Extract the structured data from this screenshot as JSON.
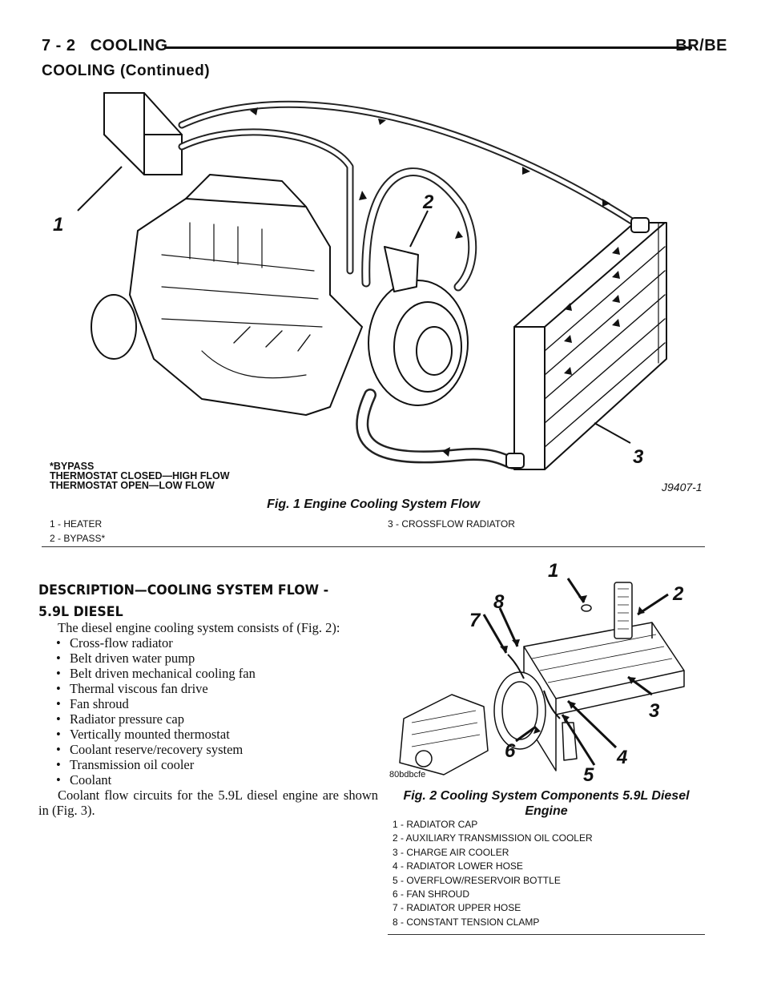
{
  "header": {
    "page_number": "7 - 2",
    "section": "COOLING",
    "model": "BR/BE",
    "continued": "COOLING (Continued)"
  },
  "figure1": {
    "callouts": [
      "1",
      "2",
      "3"
    ],
    "note_lines": [
      "*BYPASS",
      "THERMOSTAT CLOSED—HIGH FLOW",
      "THERMOSTAT OPEN—LOW FLOW"
    ],
    "code": "J9407-1",
    "caption": "Fig. 1 Engine Cooling System Flow",
    "legend_left": [
      "1 - HEATER",
      "2 - BYPASS*"
    ],
    "legend_right": [
      "3 - CROSSFLOW RADIATOR"
    ]
  },
  "section": {
    "title": "DESCRIPTION—COOLING SYSTEM FLOW - 5.9L DIESEL",
    "intro": "The diesel engine cooling system consists of (Fig. 2):",
    "bullet_char": "•",
    "bullets": [
      "Cross-flow radiator",
      "Belt driven water pump",
      "Belt driven mechanical cooling fan",
      "Thermal viscous fan drive",
      "Fan shroud",
      "Radiator pressure cap",
      "Vertically mounted thermostat",
      "Coolant reserve/recovery system",
      "Transmission oil cooler",
      "Coolant"
    ],
    "closing": "Coolant flow circuits for the 5.9L diesel engine are shown in (Fig. 3)."
  },
  "figure2": {
    "callouts": [
      "1",
      "2",
      "3",
      "4",
      "5",
      "6",
      "7",
      "8"
    ],
    "code": "80bdbcfe",
    "caption": "Fig. 2 Cooling System Components 5.9L Diesel Engine",
    "legend": [
      "1 - RADIATOR CAP",
      "2 - AUXILIARY TRANSMISSION OIL COOLER",
      "3 - CHARGE AIR COOLER",
      "4 - RADIATOR LOWER HOSE",
      "5 - OVERFLOW/RESERVOIR BOTTLE",
      "6 - FAN SHROUD",
      "7 - RADIATOR UPPER HOSE",
      "8 - CONSTANT TENSION CLAMP"
    ]
  }
}
